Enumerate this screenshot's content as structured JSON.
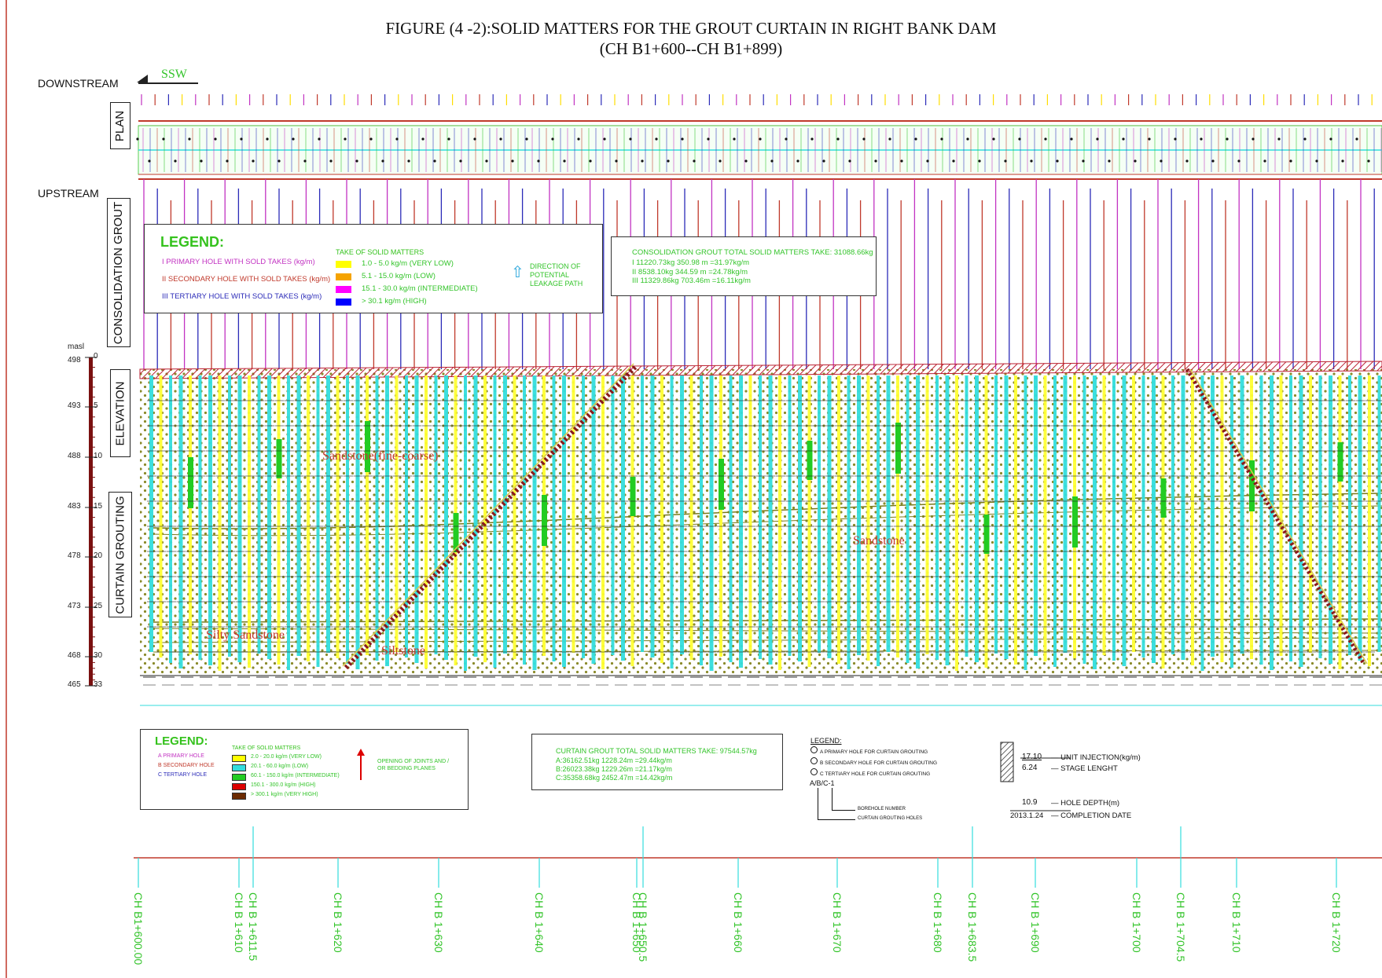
{
  "title": {
    "line1": "FIGURE (4 -2):SOLID MATTERS FOR THE GROUT CURTAIN IN RIGHT BANK DAM",
    "line2": "(CH B1+600--CH B1+899)"
  },
  "labels": {
    "downstream": "DOWNSTREAM",
    "upstream": "UPSTREAM",
    "ssw": "SSW",
    "plan": "PLAN",
    "consolidation": "CONSOLIDATION GROUT",
    "elevation": "ELEVATION",
    "curtain": "CURTAIN GROUTING",
    "masl": "masl"
  },
  "elevation_axis": {
    "ticks": [
      {
        "masl": "498",
        "depth": "0"
      },
      {
        "masl": "493",
        "depth": "5"
      },
      {
        "masl": "488",
        "depth": "10"
      },
      {
        "masl": "483",
        "depth": "15"
      },
      {
        "masl": "478",
        "depth": "20"
      },
      {
        "masl": "473",
        "depth": "25"
      },
      {
        "masl": "468",
        "depth": "30"
      },
      {
        "masl": "465",
        "depth": "33"
      }
    ]
  },
  "geology": {
    "sandstone_fine": "Sandstone(fine-coarse)",
    "sandstone": "Sandstone",
    "silty_sandstone": "Silty Sandstone",
    "siltstone": "Siltstone"
  },
  "legend_consolidation": {
    "title": "LEGEND:",
    "take_heading": "TAKE OF SOLID MATTERS",
    "holes": [
      {
        "mark": "I",
        "text": "PRIMARY HOLE WITH SOLD TAKES (kg/m)",
        "color": "#c233c2"
      },
      {
        "mark": "II",
        "text": "SECONDARY HOLE WITH SOLD TAKES (kg/m)",
        "color": "#c0392b"
      },
      {
        "mark": "III",
        "text": "TERTIARY HOLE WITH SOLD TAKES (kg/m)",
        "color": "#2b2bb8"
      }
    ],
    "takes": [
      {
        "text": "1.0  -  5.0  kg/m  (VERY LOW)",
        "color": "#ffff00"
      },
      {
        "text": "5.1  -  15.0  kg/m  (LOW)",
        "color": "#f5a300"
      },
      {
        "text": "15.1  -  30.0  kg/m  (INTERMEDIATE)",
        "color": "#ff00ff"
      },
      {
        "text": "> 30.1  kg/m  (HIGH)",
        "color": "#0000ff"
      }
    ],
    "direction": "DIRECTION OF POTENTIAL LEAKAGE PATH"
  },
  "consolidation_total": {
    "heading": "CONSOLIDATION GROUT TOTAL SOLID MATTERS TAKE: 31088.66kg",
    "rows": [
      "I  11220.73kg  350.98 m  =31.97kg/m",
      "II  8538.10kg  344.59 m  =24.78kg/m",
      "III 11329.86kg  703.46m  =16.11kg/m"
    ]
  },
  "legend_curtain": {
    "title": "LEGEND:",
    "take_heading": "TAKE OF SOLID MATTERS",
    "holes": [
      {
        "mark": "A",
        "text": "PRIMARY HOLE",
        "color": "#c233c2"
      },
      {
        "mark": "B",
        "text": "SECONDARY HOLE",
        "color": "#c0392b"
      },
      {
        "mark": "C",
        "text": "TERTIARY HOLE",
        "color": "#2b2bb8"
      }
    ],
    "takes": [
      {
        "text": "2.0 - 20.0 kg/m  (VERY LOW)",
        "color": "#ffff00"
      },
      {
        "text": "20.1 - 60.0 kg/m  (LOW)",
        "color": "#33dddd"
      },
      {
        "text": "60.1 - 150.0 kg/m  (INTERMEDIATE)",
        "color": "#22cc22"
      },
      {
        "text": "150.1 - 300.0 kg/m  (HIGH)",
        "color": "#dd0000"
      },
      {
        "text": "> 300.1 kg/m  (VERY HIGH)",
        "color": "#6b2a00"
      }
    ],
    "opening": "OPENING OF JOINTS AND / OR BEDDING PLANES"
  },
  "curtain_total": {
    "heading": "CURTAIN GROUT TOTAL SOLID MATTERS TAKE: 97544.57kg",
    "rows": [
      "A:36162.51kg  1228.24m  =29.44kg/m",
      "B:26023.38kg  1229.26m  =21.17kg/m",
      "C:35358.68kg  2452.47m  =14.42kg/m"
    ]
  },
  "legend_symbols": {
    "title": "LEGEND:",
    "rows": [
      "A  PRIMARY HOLE FOR CURTAIN GROUTING",
      "B  SECONDARY HOLE FOR CURTAIN GROUTING",
      "C  TERTIARY HOLE FOR CURTAIN GROUTING"
    ],
    "code": "A/B/C-1",
    "borehole": "BOREHOLE NUMBER",
    "curtain_holes": "CURTAIN GROUTING HOLES",
    "unit_value": "17.10",
    "unit_text": "UNIT INJECTION(kg/m)",
    "stage_value": "6.24",
    "stage_text": "STAGE LENGHT",
    "depth_value": "10.9",
    "depth_text": "HOLE DEPTH(m)",
    "date_value": "2013.1.24",
    "date_text": "COMPLETION DATE"
  },
  "chainages": [
    "CH B1+600.00",
    "CH B 1+610",
    "CH B 1+611.5",
    "CH B 1+620",
    "CH B 1+630",
    "CH B 1+640",
    "CH B 1+650",
    "CH B 1+650.5",
    "CH B 1+660",
    "CH B 1+670",
    "CH B 1+680",
    "CH B 1+683.5",
    "CH B 1+690",
    "CH B 1+700",
    "CH B 1+704.5",
    "CH B 1+710",
    "CH B 1+720"
  ],
  "colors": {
    "red_line": "#c0392b",
    "cyan": "#33dddd",
    "yellow": "#ffff33",
    "green_band": "#22cc22",
    "dot": "#8a8a2a"
  }
}
